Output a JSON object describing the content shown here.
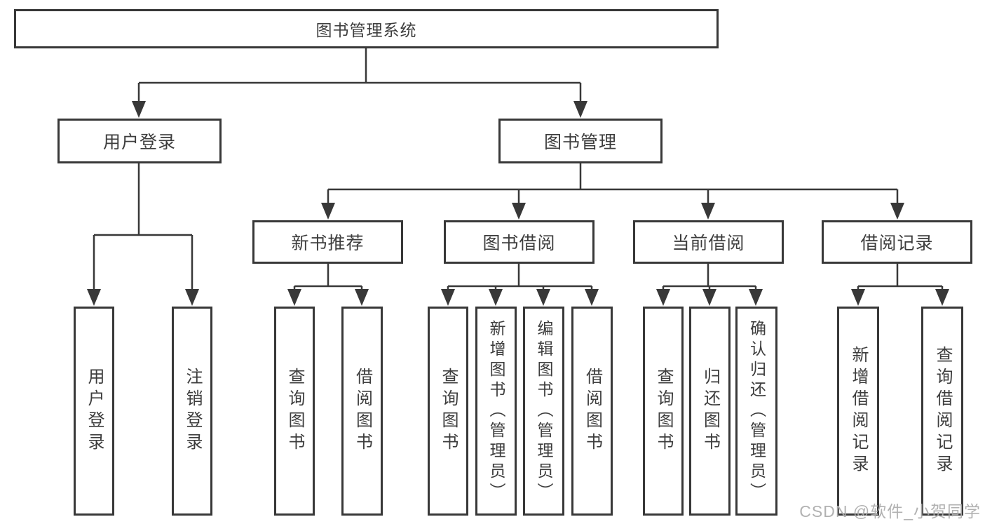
{
  "diagram": {
    "root": {
      "label": "图书管理系统"
    },
    "branches": [
      {
        "label": "用户登录",
        "children": [
          {
            "label": "用户登录"
          },
          {
            "label": "注销登录"
          }
        ]
      },
      {
        "label": "图书管理",
        "children": [
          {
            "label": "新书推荐",
            "children": [
              {
                "label": "查询图书"
              },
              {
                "label": "借阅图书"
              }
            ]
          },
          {
            "label": "图书借阅",
            "children": [
              {
                "label": "查询图书"
              },
              {
                "label": "新增图书（管理员）"
              },
              {
                "label": "编辑图书（管理员）"
              },
              {
                "label": "借阅图书"
              }
            ]
          },
          {
            "label": "当前借阅",
            "children": [
              {
                "label": "查询图书"
              },
              {
                "label": "归还图书"
              },
              {
                "label": "确认归还（管理员）"
              }
            ]
          },
          {
            "label": "借阅记录",
            "children": [
              {
                "label": "新增借阅记录"
              },
              {
                "label": "查询借阅记录"
              }
            ]
          }
        ]
      }
    ]
  },
  "watermark": {
    "text": "CSDN @软件_小贺同学"
  },
  "colors": {
    "line": "#383838",
    "box_border": "#383838",
    "box_fill": "#ffffff",
    "text": "#3d3d3d",
    "watermark": "#ababab",
    "background": "#ffffff"
  }
}
